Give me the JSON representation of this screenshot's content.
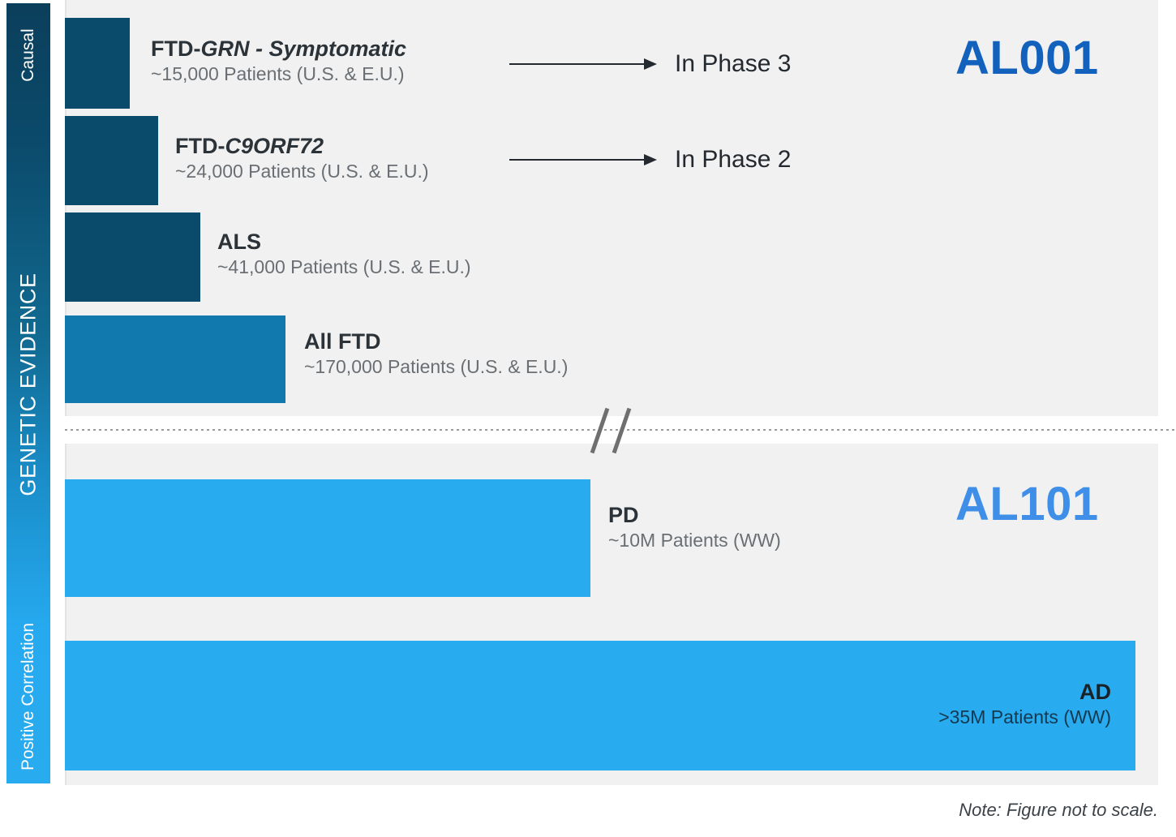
{
  "axis": {
    "top_label": "Causal",
    "main_label": "GENETIC EVIDENCE",
    "bottom_label": "Positive Correlation",
    "gradient_top_color": "#0b3f5c",
    "gradient_bottom_color": "#29abef"
  },
  "programs": [
    {
      "name": "AL001",
      "color": "#1161bd"
    },
    {
      "name": "AL101",
      "color": "#3f8ee8"
    }
  ],
  "rows": [
    {
      "id": "ftd-grn-symptomatic",
      "title_prefix": "FTD-",
      "title_gene": "GRN - Symptomatic",
      "subtitle": "~15,000 Patients (U.S. & E.U.)",
      "bar_color": "#0a4a6b",
      "status": "In Phase 3"
    },
    {
      "id": "ftd-c9orf72",
      "title_prefix": "FTD-",
      "title_gene": "C9ORF72",
      "subtitle": "~24,000 Patients (U.S. & E.U.)",
      "bar_color": "#0a4a6b",
      "status": "In Phase 2"
    },
    {
      "id": "als",
      "title_prefix": "ALS",
      "title_gene": "",
      "subtitle": "~41,000 Patients (U.S. & E.U.)",
      "bar_color": "#0a4a6b",
      "status": ""
    },
    {
      "id": "all-ftd",
      "title_prefix": "All FTD",
      "title_gene": "",
      "subtitle": "~170,000 Patients (U.S. & E.U.)",
      "bar_color": "#1179ae",
      "status": ""
    },
    {
      "id": "pd",
      "title_prefix": "PD",
      "title_gene": "",
      "subtitle": "~10M Patients (WW)",
      "bar_color": "#29abef",
      "status": ""
    },
    {
      "id": "ad",
      "title_prefix": "AD",
      "title_gene": "",
      "subtitle": ">35M Patients (WW)",
      "bar_color": "#29abef",
      "status": ""
    }
  ],
  "footnote": "Note: Figure not to scale.",
  "chart_data": {
    "type": "bar",
    "title": "",
    "orientation": "horizontal",
    "note": "Note: Figure not to scale.",
    "axis_break_after_category": "All FTD",
    "ylabel": "GENETIC EVIDENCE",
    "y_axis_poles": [
      "Causal",
      "Positive Correlation"
    ],
    "categories": [
      "FTD-GRN - Symptomatic",
      "FTD-C9ORF72",
      "ALS",
      "All FTD",
      "PD",
      "AD"
    ],
    "values": [
      15000,
      24000,
      41000,
      170000,
      10000000,
      35000000
    ],
    "value_labels": [
      "~15,000 Patients (U.S. & E.U.)",
      "~24,000 Patients (U.S. & E.U.)",
      "~41,000 Patients (U.S. & E.U.)",
      "~170,000 Patients (U.S. & E.U.)",
      "~10M Patients (WW)",
      ">35M Patients (WW)"
    ],
    "bar_pixel_widths": [
      80,
      115,
      167,
      272,
      648,
      1320
    ],
    "colors": [
      "#0a4a6b",
      "#0a4a6b",
      "#0a4a6b",
      "#1179ae",
      "#29abef",
      "#29abef"
    ],
    "annotations": [
      "In Phase 3",
      "In Phase 2",
      "",
      "",
      "",
      ""
    ],
    "program_groups": [
      {
        "name": "AL001",
        "categories": [
          "FTD-GRN - Symptomatic",
          "FTD-C9ORF72",
          "ALS",
          "All FTD"
        ]
      },
      {
        "name": "AL101",
        "categories": [
          "PD",
          "AD"
        ]
      }
    ],
    "grid": false,
    "legend": "none"
  }
}
